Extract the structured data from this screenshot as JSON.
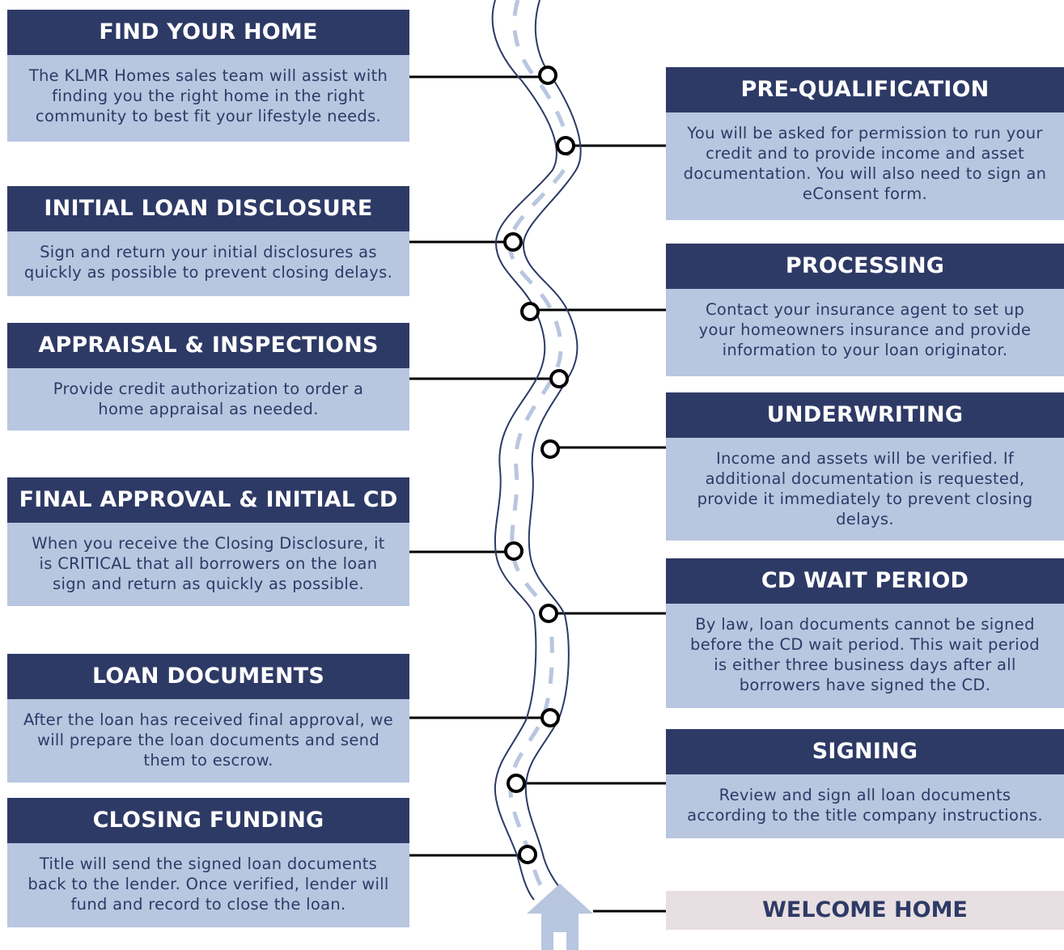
{
  "colors": {
    "header_bg": "#2e3a66",
    "body_bg": "#b8c6e0",
    "road_stroke": "#2e3a66",
    "road_dash": "#b8c6e0",
    "welcome_bg": "#e7dfe1"
  },
  "steps": [
    {
      "title": "FIND YOUR HOME",
      "text": "The KLMR Homes sales team will assist with finding you the right home in the right community to best fit your lifestyle needs."
    },
    {
      "title": "PRE-QUALIFICATION",
      "text": "You will be asked for permission to run your credit and to provide income and asset documentation. You will also need to sign an eConsent form."
    },
    {
      "title": "INITIAL LOAN DISCLOSURE",
      "text": "Sign and return your initial disclosures as quickly as possible to prevent closing delays."
    },
    {
      "title": "PROCESSING",
      "text": "Contact your insurance agent to set up your homeowners insurance and provide information to your loan originator."
    },
    {
      "title": "APPRAISAL & INSPECTIONS",
      "text": "Provide credit authorization to order a home appraisal as needed."
    },
    {
      "title": "UNDERWRITING",
      "text": "Income and assets will be verified. If additional documentation is requested, provide it immediately to prevent closing delays."
    },
    {
      "title": "FINAL APPROVAL & INITIAL CD",
      "text": "When you receive the Closing Disclosure, it is CRITICAL that all borrowers on the loan sign and return as quickly as possible."
    },
    {
      "title": "CD WAIT PERIOD",
      "text": "By law, loan documents cannot be signed before the CD wait period. This wait period is either three business days after all borrowers have signed the CD."
    },
    {
      "title": "LOAN DOCUMENTS",
      "text": "After the loan has received final approval, we will prepare the loan documents and send them to escrow."
    },
    {
      "title": "SIGNING",
      "text": "Review and sign all loan documents according to the title company instructions."
    },
    {
      "title": "CLOSING FUNDING",
      "text": "Title will send the signed loan documents back to the lender. Once verified, lender will fund and record to close the loan."
    }
  ],
  "final": {
    "title": "WELCOME HOME",
    "icon": "house-icon"
  }
}
